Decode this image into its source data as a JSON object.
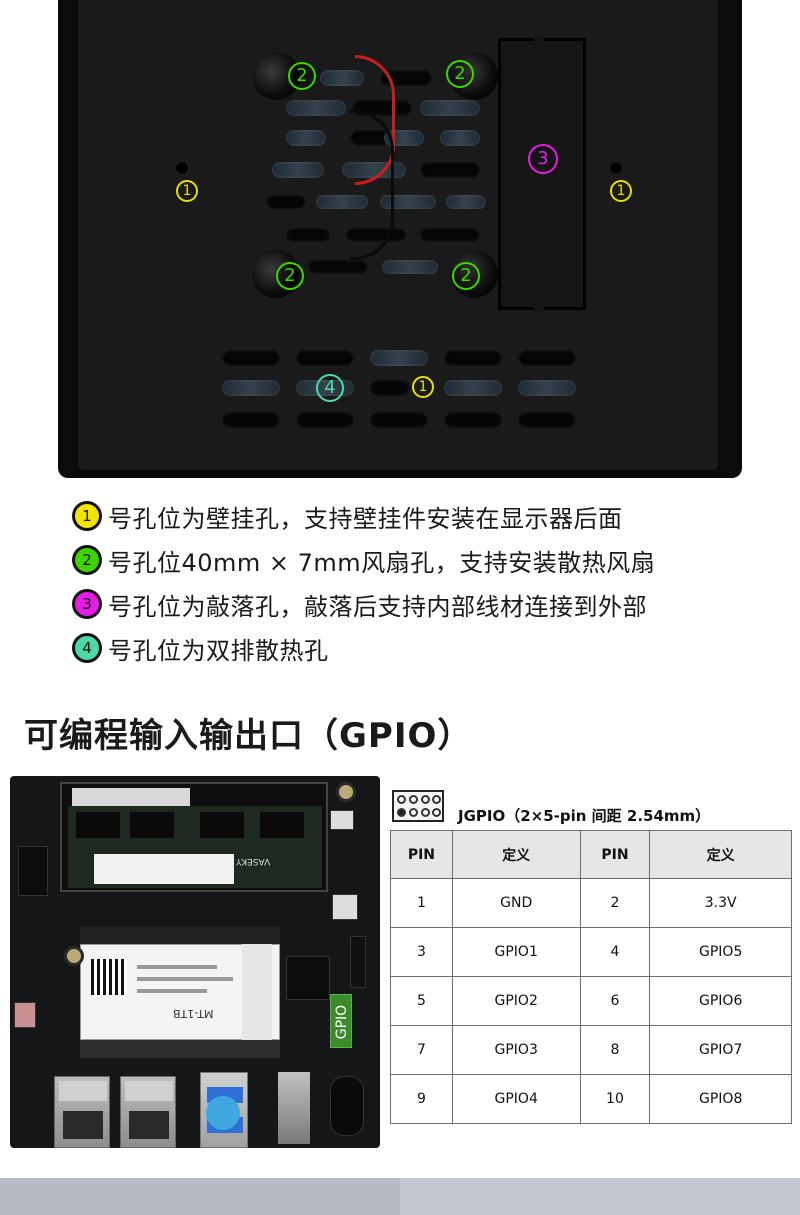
{
  "panel_markers": {
    "m1": "1",
    "m2": "2",
    "m3": "3",
    "m4": "4",
    "colors": {
      "m1": "#e8e000",
      "m2": "#3fd400",
      "m3": "#e61be6",
      "m4": "#4cd9a8"
    }
  },
  "legend": [
    {
      "number": "1",
      "text": "号孔位为壁挂孔，支持壁挂件安装在显示器后面"
    },
    {
      "number": "2",
      "text": "号孔位40mm × 7mm风扇孔，支持安装散热风扇"
    },
    {
      "number": "3",
      "text": "号孔位为敲落孔，敲落后支持内部线材连接到外部"
    },
    {
      "number": "4",
      "text": "号孔位为双排散热孔"
    }
  ],
  "section_title": "可编程输入输出口（GPIO）",
  "board": {
    "gpio_tag": "GPIO",
    "ram_brand": "VASEKY",
    "ssd_model": "MT-1TB"
  },
  "gpio_table": {
    "title": "JGPIO（2×5-pin  间距 2.54mm）",
    "headers": [
      "PIN",
      "定义",
      "PIN",
      "定义"
    ],
    "rows": [
      [
        "1",
        "GND",
        "2",
        "3.3V"
      ],
      [
        "3",
        "GPIO1",
        "4",
        "GPIO5"
      ],
      [
        "5",
        "GPIO2",
        "6",
        "GPIO6"
      ],
      [
        "7",
        "GPIO3",
        "8",
        "GPIO7"
      ],
      [
        "9",
        "GPIO4",
        "10",
        "GPIO8"
      ]
    ]
  }
}
